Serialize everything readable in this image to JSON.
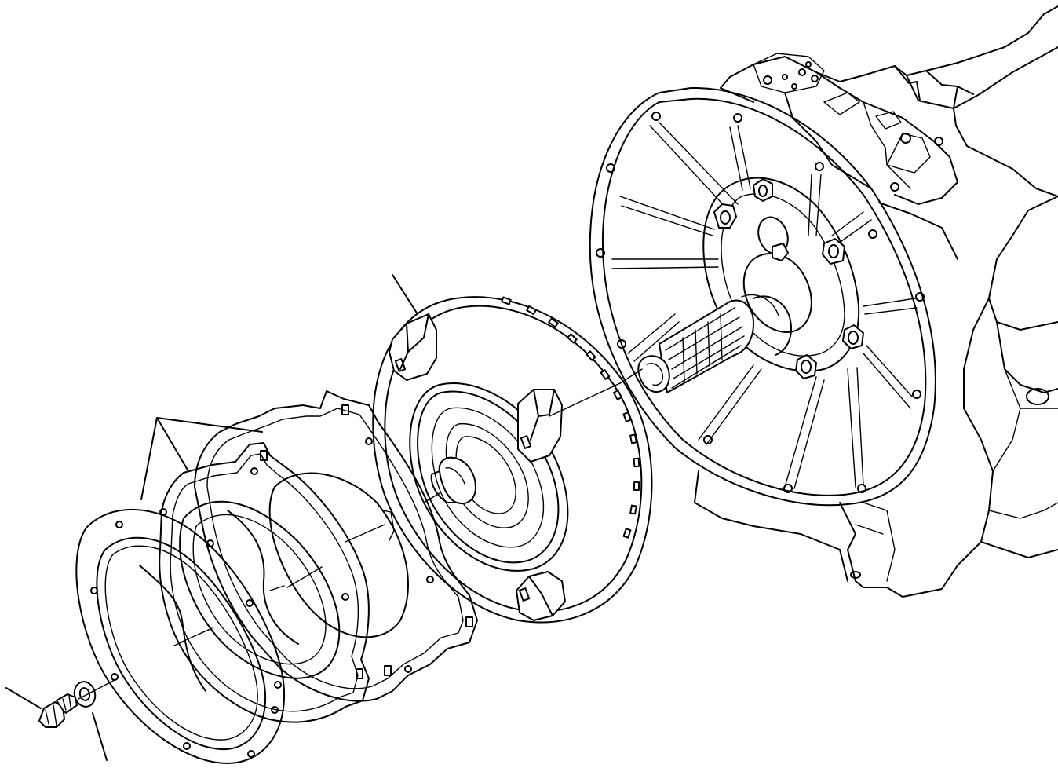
{
  "diagram": {
    "kind": "exploded-parts-illustration",
    "callout_labels": [],
    "parts": [
      {
        "name": "transmission-housing",
        "icon": "transmission-case-icon"
      },
      {
        "name": "flywheel-housing-ribs",
        "icon": "bell-housing-icon"
      },
      {
        "name": "input-shaft",
        "icon": "splined-shaft-icon"
      },
      {
        "name": "torque-converter",
        "icon": "torque-converter-icon"
      },
      {
        "name": "drive-plates",
        "icon": "flex-plate-icon"
      },
      {
        "name": "adapter-ring",
        "icon": "ring-plate-icon"
      },
      {
        "name": "washer",
        "icon": "washer-icon"
      },
      {
        "name": "bolt",
        "icon": "bolt-icon"
      }
    ],
    "colors": {
      "line": "#000000",
      "background": "#ffffff"
    }
  }
}
